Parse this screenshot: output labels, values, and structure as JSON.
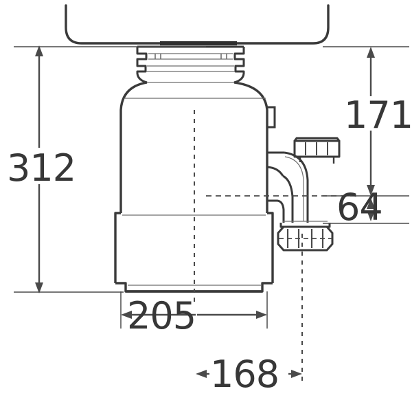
{
  "drawing": {
    "type": "technical-dimension-drawing",
    "subject": "food waste disposer unit mounted under sink",
    "units": "mm",
    "line_color": "#3a3a3a",
    "thin_line_color": "#6e6e6e",
    "background_color": "#ffffff",
    "text_color": "#373737"
  },
  "dimensions": {
    "overall_height": {
      "label": "312",
      "orientation": "vertical",
      "position": "left"
    },
    "outlet_centre_height": {
      "label": "171",
      "orientation": "vertical",
      "position": "right"
    },
    "lower_outlet_height": {
      "label": "64",
      "orientation": "vertical",
      "position": "right"
    },
    "body_width": {
      "label": "205",
      "orientation": "horizontal",
      "position": "bottom"
    },
    "outlet_offset": {
      "label": "168",
      "orientation": "horizontal",
      "position": "bottom"
    }
  },
  "components": {
    "sink_bowl": "sink-underside-outline",
    "mounting_flange": "sink-mount-flange-assembly",
    "grinder_body": "disposer-main-body",
    "lower_housing": "disposer-lower-housing",
    "base_plate": "disposer-base-plate",
    "side_boss": "body-side-boss",
    "discharge_elbow": "discharge-elbow-tube",
    "elbow_nut": "elbow-compression-nut",
    "outlet_nut": "outlet-compression-nut",
    "centre_line": "vertical-centre-line",
    "outlet_centre_line": "outlet-vertical-centre-line"
  }
}
